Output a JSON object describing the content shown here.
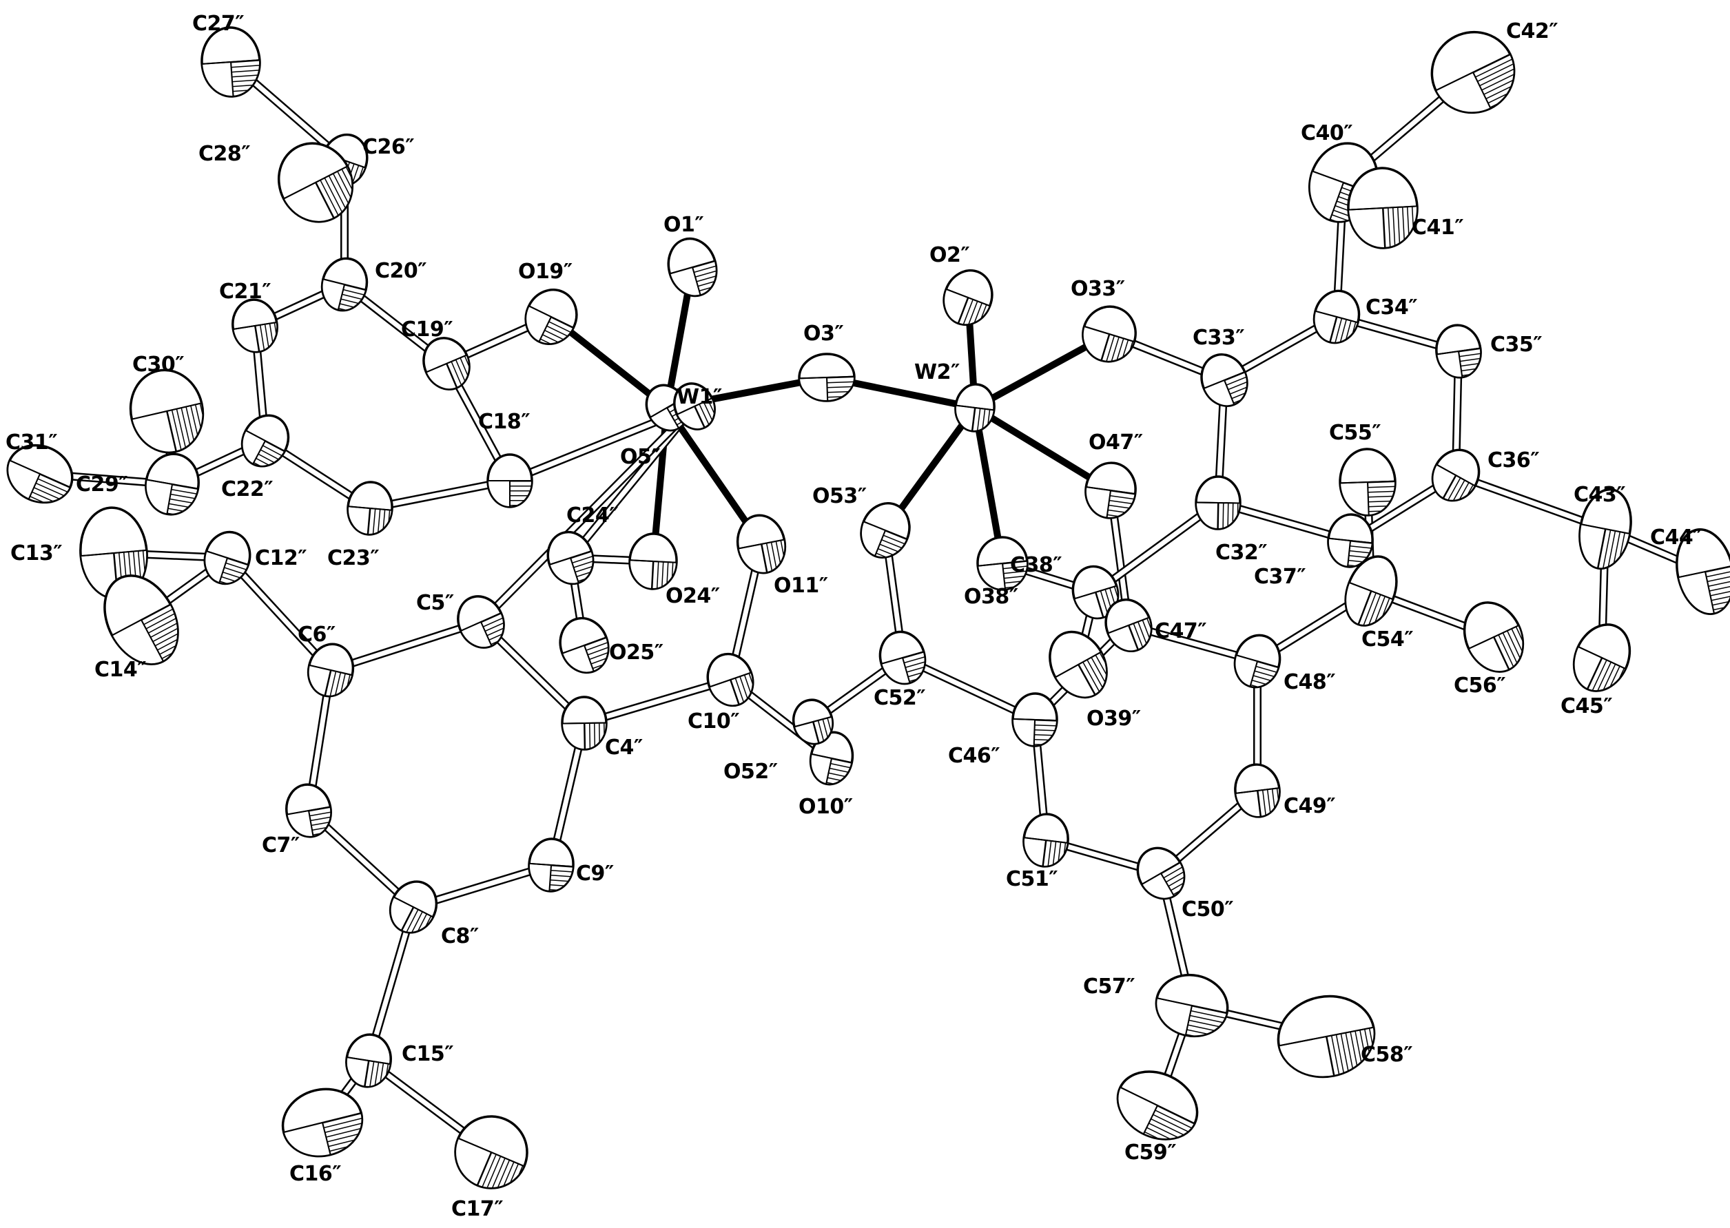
{
  "atoms": [
    {
      "id": "W1",
      "label": "W1″",
      "type": "W"
    },
    {
      "id": "W2",
      "label": "W2″",
      "type": "W"
    },
    {
      "id": "O1",
      "label": "O1″",
      "type": "O"
    },
    {
      "id": "O2",
      "label": "O2″",
      "type": "O"
    },
    {
      "id": "O3",
      "label": "O3″",
      "type": "O"
    },
    {
      "id": "O5",
      "label": "O5″",
      "type": "O"
    },
    {
      "id": "O10",
      "label": "O10″",
      "type": "O"
    },
    {
      "id": "O11",
      "label": "O11″",
      "type": "O"
    },
    {
      "id": "O19",
      "label": "O19″",
      "type": "O"
    },
    {
      "id": "O24",
      "label": "O24″",
      "type": "O"
    },
    {
      "id": "O25",
      "label": "O25″",
      "type": "O"
    },
    {
      "id": "O33",
      "label": "O33″",
      "type": "O"
    },
    {
      "id": "O38",
      "label": "O38″",
      "type": "O"
    },
    {
      "id": "O39",
      "label": "O39″",
      "type": "O"
    },
    {
      "id": "O47",
      "label": "O47″",
      "type": "O"
    },
    {
      "id": "O52",
      "label": "O52″",
      "type": "O"
    },
    {
      "id": "O53",
      "label": "O53″",
      "type": "O"
    },
    {
      "id": "C4",
      "label": "C4″",
      "type": "C"
    },
    {
      "id": "C5",
      "label": "C5″",
      "type": "C"
    },
    {
      "id": "C6",
      "label": "C6″",
      "type": "C"
    },
    {
      "id": "C7",
      "label": "C7″",
      "type": "C"
    },
    {
      "id": "C8",
      "label": "C8″",
      "type": "C"
    },
    {
      "id": "C9",
      "label": "C9″",
      "type": "C"
    },
    {
      "id": "C10",
      "label": "C10″",
      "type": "C"
    },
    {
      "id": "C12",
      "label": "C12″",
      "type": "C"
    },
    {
      "id": "C13",
      "label": "C13″",
      "type": "C"
    },
    {
      "id": "C14",
      "label": "C14″",
      "type": "C"
    },
    {
      "id": "C15",
      "label": "C15″",
      "type": "C"
    },
    {
      "id": "C16",
      "label": "C16″",
      "type": "C"
    },
    {
      "id": "C17",
      "label": "C17″",
      "type": "C"
    },
    {
      "id": "C18",
      "label": "C18″",
      "type": "C"
    },
    {
      "id": "C19",
      "label": "C19″",
      "type": "C"
    },
    {
      "id": "C20",
      "label": "C20″",
      "type": "C"
    },
    {
      "id": "C21",
      "label": "C21″",
      "type": "C"
    },
    {
      "id": "C22",
      "label": "C22″",
      "type": "C"
    },
    {
      "id": "C23",
      "label": "C23″",
      "type": "C"
    },
    {
      "id": "C24",
      "label": "C24″",
      "type": "C"
    },
    {
      "id": "C26",
      "label": "C26″",
      "type": "C"
    },
    {
      "id": "C27",
      "label": "C27″",
      "type": "C"
    },
    {
      "id": "C28",
      "label": "C28″",
      "type": "C"
    },
    {
      "id": "C29",
      "label": "C29″",
      "type": "C"
    },
    {
      "id": "C30",
      "label": "C30″",
      "type": "C"
    },
    {
      "id": "C31",
      "label": "C31″",
      "type": "C"
    },
    {
      "id": "C32",
      "label": "C32″",
      "type": "C"
    },
    {
      "id": "C33",
      "label": "C33″",
      "type": "C"
    },
    {
      "id": "C34",
      "label": "C34″",
      "type": "C"
    },
    {
      "id": "C35",
      "label": "C35″",
      "type": "C"
    },
    {
      "id": "C36",
      "label": "C36″",
      "type": "C"
    },
    {
      "id": "C37",
      "label": "C37″",
      "type": "C"
    },
    {
      "id": "C38",
      "label": "C38″",
      "type": "C"
    },
    {
      "id": "C40",
      "label": "C40″",
      "type": "C"
    },
    {
      "id": "C41",
      "label": "C41″",
      "type": "C"
    },
    {
      "id": "C42",
      "label": "C42″",
      "type": "C"
    },
    {
      "id": "C43",
      "label": "C43″",
      "type": "C"
    },
    {
      "id": "C44",
      "label": "C44″",
      "type": "C"
    },
    {
      "id": "C45",
      "label": "C45″",
      "type": "C"
    },
    {
      "id": "C46",
      "label": "C46″",
      "type": "C"
    },
    {
      "id": "C47",
      "label": "C47″",
      "type": "C"
    },
    {
      "id": "C48",
      "label": "C48″",
      "type": "C"
    },
    {
      "id": "C49",
      "label": "C49″",
      "type": "C"
    },
    {
      "id": "C50",
      "label": "C50″",
      "type": "C"
    },
    {
      "id": "C51",
      "label": "C51″",
      "type": "C"
    },
    {
      "id": "C52",
      "label": "C52″",
      "type": "C"
    },
    {
      "id": "C54",
      "label": "C54″",
      "type": "C"
    },
    {
      "id": "C55",
      "label": "C55″",
      "type": "C"
    },
    {
      "id": "C56",
      "label": "C56″",
      "type": "C"
    },
    {
      "id": "C57",
      "label": "C57″",
      "type": "C"
    },
    {
      "id": "C58",
      "label": "C58″",
      "type": "C"
    },
    {
      "id": "C59",
      "label": "C59″",
      "type": "C"
    }
  ],
  "bonds": [
    [
      "W1",
      "O1",
      "metal"
    ],
    [
      "W1",
      "O3",
      "metal"
    ],
    [
      "W1",
      "O19",
      "metal"
    ],
    [
      "W1",
      "O5",
      "metal"
    ],
    [
      "W1",
      "O24",
      "metal"
    ],
    [
      "W1",
      "O11",
      "metal"
    ],
    [
      "W2",
      "O2",
      "metal"
    ],
    [
      "W2",
      "O3",
      "metal"
    ],
    [
      "W2",
      "O33",
      "metal"
    ],
    [
      "W2",
      "O47",
      "metal"
    ],
    [
      "W2",
      "O38",
      "metal"
    ],
    [
      "W2",
      "O53",
      "metal"
    ],
    [
      "O19",
      "C19",
      "organic"
    ],
    [
      "C19",
      "C20",
      "organic"
    ],
    [
      "C20",
      "C21",
      "organic"
    ],
    [
      "C21",
      "C22",
      "organic"
    ],
    [
      "C22",
      "C23",
      "organic"
    ],
    [
      "C23",
      "C18",
      "organic"
    ],
    [
      "C18",
      "C19",
      "organic"
    ],
    [
      "C18",
      "O5",
      "organic"
    ],
    [
      "C20",
      "C26",
      "organic"
    ],
    [
      "C26",
      "C27",
      "organic"
    ],
    [
      "C26",
      "C28",
      "organic"
    ],
    [
      "C22",
      "C29",
      "organic"
    ],
    [
      "C29",
      "C30",
      "organic"
    ],
    [
      "C29",
      "C31",
      "organic"
    ],
    [
      "O5",
      "C24",
      "organic"
    ],
    [
      "C24",
      "O24",
      "organic"
    ],
    [
      "C24",
      "O25",
      "organic"
    ],
    [
      "O5",
      "C5",
      "organic"
    ],
    [
      "C5",
      "C4",
      "organic"
    ],
    [
      "C5",
      "C6",
      "organic"
    ],
    [
      "C6",
      "C7",
      "organic"
    ],
    [
      "C7",
      "C8",
      "organic"
    ],
    [
      "C8",
      "C9",
      "organic"
    ],
    [
      "C9",
      "C4",
      "organic"
    ],
    [
      "C6",
      "C12",
      "organic"
    ],
    [
      "C12",
      "C13",
      "organic"
    ],
    [
      "C12",
      "C14",
      "organic"
    ],
    [
      "C8",
      "C15",
      "organic"
    ],
    [
      "C15",
      "C16",
      "organic"
    ],
    [
      "C15",
      "C17",
      "organic"
    ],
    [
      "C4",
      "C10",
      "organic"
    ],
    [
      "C10",
      "O11",
      "organic"
    ],
    [
      "C10",
      "O10",
      "organic"
    ],
    [
      "O10",
      "O52",
      "organic"
    ],
    [
      "O52",
      "C52",
      "organic"
    ],
    [
      "C52",
      "O53",
      "organic"
    ],
    [
      "C52",
      "C46",
      "organic"
    ],
    [
      "C46",
      "C47",
      "organic"
    ],
    [
      "C46",
      "C51",
      "organic"
    ],
    [
      "C51",
      "C50",
      "organic"
    ],
    [
      "C50",
      "C49",
      "organic"
    ],
    [
      "C49",
      "C48",
      "organic"
    ],
    [
      "C48",
      "C47",
      "organic"
    ],
    [
      "C47",
      "O47",
      "organic"
    ],
    [
      "C48",
      "C54",
      "organic"
    ],
    [
      "C54",
      "C55",
      "organic"
    ],
    [
      "C54",
      "C56",
      "organic"
    ],
    [
      "C50",
      "C57",
      "organic"
    ],
    [
      "C57",
      "C58",
      "organic"
    ],
    [
      "C57",
      "C59",
      "organic"
    ],
    [
      "O38",
      "C38",
      "organic"
    ],
    [
      "C38",
      "O39",
      "organic"
    ],
    [
      "C38",
      "C32",
      "organic"
    ],
    [
      "O33",
      "C33",
      "organic"
    ],
    [
      "C33",
      "C34",
      "organic"
    ],
    [
      "C34",
      "C35",
      "organic"
    ],
    [
      "C35",
      "C36",
      "organic"
    ],
    [
      "C36",
      "C37",
      "organic"
    ],
    [
      "C37",
      "C32",
      "organic"
    ],
    [
      "C32",
      "C33",
      "organic"
    ],
    [
      "C34",
      "C40",
      "organic"
    ],
    [
      "C40",
      "C41",
      "organic"
    ],
    [
      "C40",
      "C42",
      "organic"
    ],
    [
      "C36",
      "C43",
      "organic"
    ],
    [
      "C43",
      "C44",
      "organic"
    ],
    [
      "C43",
      "C45",
      "organic"
    ],
    [
      "C37",
      "C54",
      "organic"
    ]
  ]
}
